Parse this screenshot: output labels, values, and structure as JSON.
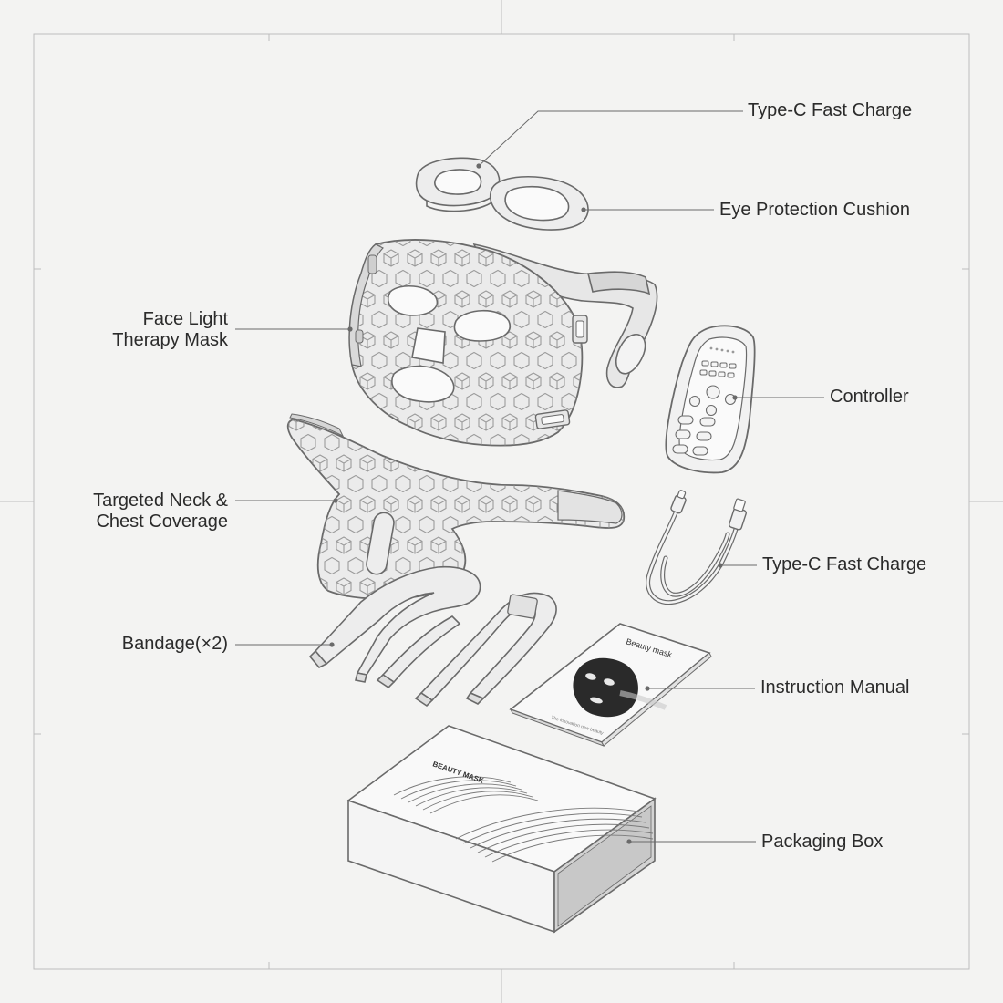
{
  "labels": {
    "type_c_top": "Type-C Fast Charge",
    "eye_cushion": "Eye Protection Cushion",
    "face_mask": [
      "Face Light",
      "Therapy Mask"
    ],
    "controller": "Controller",
    "neck_chest": [
      "Targeted Neck &",
      "Chest Coverage"
    ],
    "type_c_cable": "Type-C Fast Charge",
    "bandage": "Bandage(×2)",
    "manual": "Instruction Manual",
    "box": "Packaging Box"
  },
  "manual_text": {
    "title": "Beauty mask",
    "footer": "The innovation new beauty"
  },
  "box_text": {
    "brand": "BEAUTY MASK"
  },
  "colors": {
    "background": "#f3f3f2",
    "line": "#6a6a6a",
    "frame": "#b9b9b9",
    "text": "#2b2b2b",
    "mask_fill": "#e9e9e9",
    "manual_image": "#2a2a2a"
  }
}
